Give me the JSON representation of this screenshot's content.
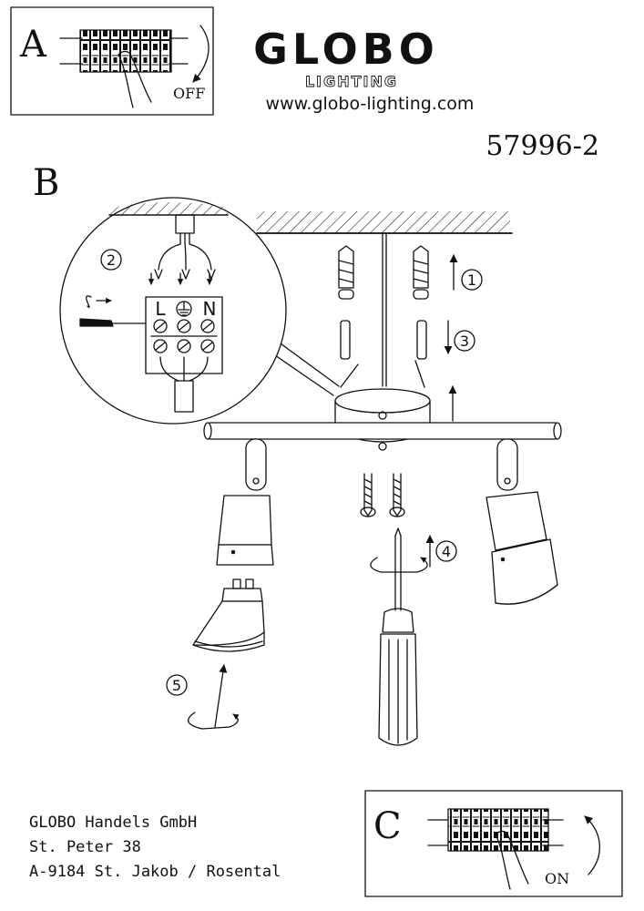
{
  "header": {
    "brand_name": "GLOBO",
    "brand_sub": "LIGHTING",
    "website": "www.globo-lighting.com",
    "model_number": "57996-2"
  },
  "panel_a": {
    "label": "A",
    "switch_state": "OFF"
  },
  "panel_b": {
    "label": "B",
    "terminal_labels": {
      "live": "L",
      "neutral": "N"
    },
    "steps": [
      "1",
      "2",
      "3",
      "4",
      "5"
    ]
  },
  "panel_c": {
    "label": "C",
    "switch_state": "ON"
  },
  "footer": {
    "company": "GLOBO Handels GmbH",
    "street": "St. Peter 38",
    "city": "A-9184 St. Jakob / Rosental"
  }
}
